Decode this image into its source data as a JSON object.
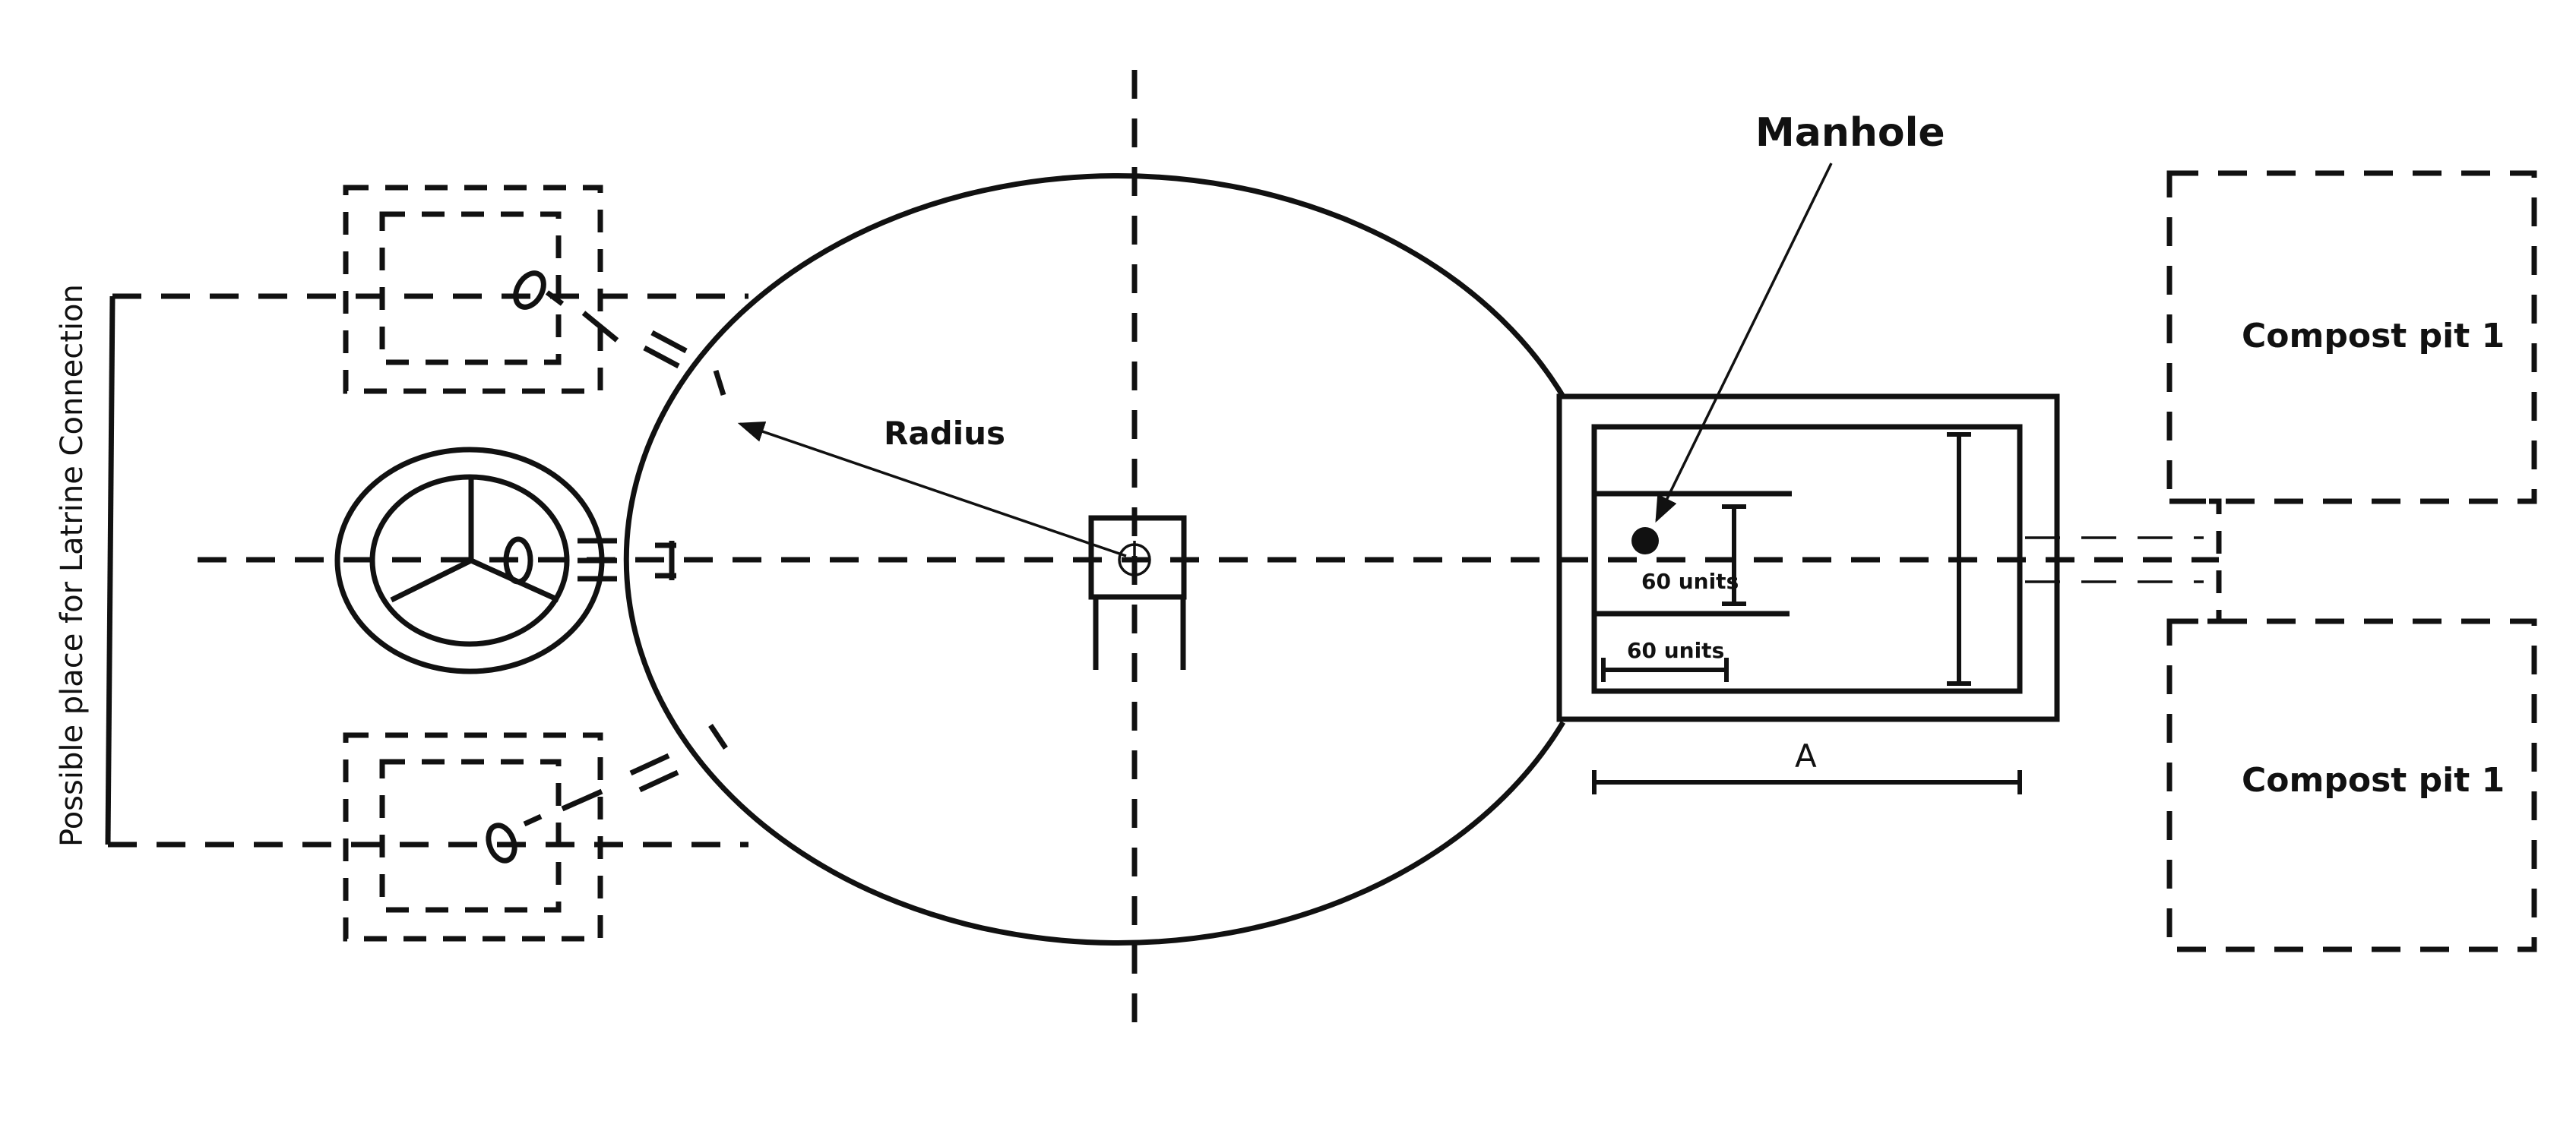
{
  "diagram": {
    "labels": {
      "manhole": "Manhole",
      "radius": "Radius",
      "compost_pit_top": "Compost pit 1",
      "compost_pit_bottom": "Compost pit 1",
      "latrine_connection": "Possible place for Latrine Connection",
      "dim_60_vertical": "60 units",
      "dim_60_horizontal": "60 units",
      "dim_a": "A"
    },
    "colors": {
      "stroke": "#111111",
      "background": "#ffffff"
    }
  }
}
